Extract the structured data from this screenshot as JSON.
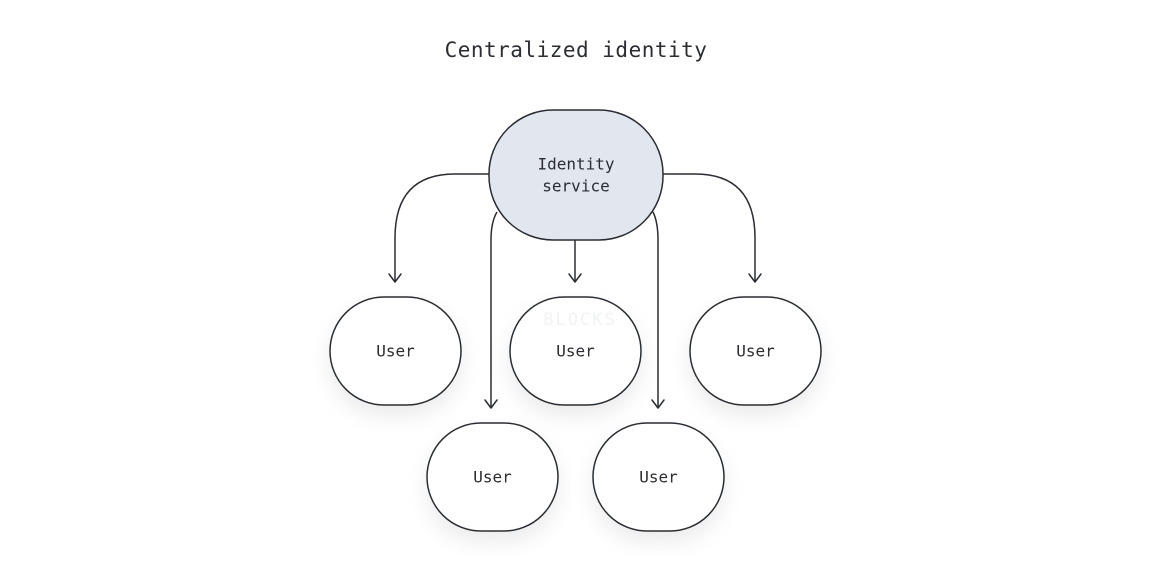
{
  "title": "Centralized identity",
  "watermark": "BLOCKS",
  "colors": {
    "service_fill": "#e2e7ef",
    "node_stroke": "#2b2d33",
    "user_fill": "#ffffff"
  },
  "nodes": {
    "service": {
      "line1": "Identity",
      "line2": "service"
    },
    "users": [
      {
        "label": "User"
      },
      {
        "label": "User"
      },
      {
        "label": "User"
      },
      {
        "label": "User"
      },
      {
        "label": "User"
      }
    ]
  }
}
